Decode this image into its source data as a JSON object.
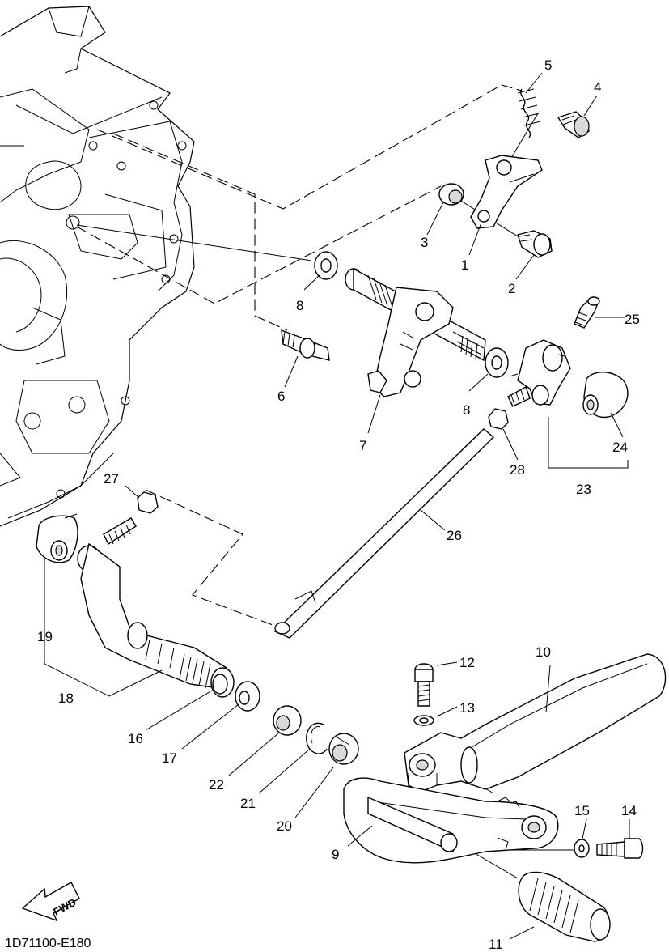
{
  "diagram_code": "1D71100-E180",
  "fwd_badge": "FWD",
  "callouts": [
    {
      "id": "1",
      "text": "1"
    },
    {
      "id": "2",
      "text": "2"
    },
    {
      "id": "3",
      "text": "3"
    },
    {
      "id": "4",
      "text": "4"
    },
    {
      "id": "5",
      "text": "5"
    },
    {
      "id": "6",
      "text": "6"
    },
    {
      "id": "7",
      "text": "7"
    },
    {
      "id": "8a",
      "text": "8"
    },
    {
      "id": "8b",
      "text": "8"
    },
    {
      "id": "9",
      "text": "9"
    },
    {
      "id": "10",
      "text": "10"
    },
    {
      "id": "11",
      "text": "11"
    },
    {
      "id": "12",
      "text": "12"
    },
    {
      "id": "13",
      "text": "13"
    },
    {
      "id": "14",
      "text": "14"
    },
    {
      "id": "15",
      "text": "15"
    },
    {
      "id": "16",
      "text": "16"
    },
    {
      "id": "17",
      "text": "17"
    },
    {
      "id": "18",
      "text": "18"
    },
    {
      "id": "19",
      "text": "19"
    },
    {
      "id": "20",
      "text": "20"
    },
    {
      "id": "21",
      "text": "21"
    },
    {
      "id": "22",
      "text": "22"
    },
    {
      "id": "23",
      "text": "23"
    },
    {
      "id": "24",
      "text": "24"
    },
    {
      "id": "25",
      "text": "25"
    },
    {
      "id": "26",
      "text": "26"
    },
    {
      "id": "27",
      "text": "27"
    },
    {
      "id": "28",
      "text": "28"
    }
  ]
}
